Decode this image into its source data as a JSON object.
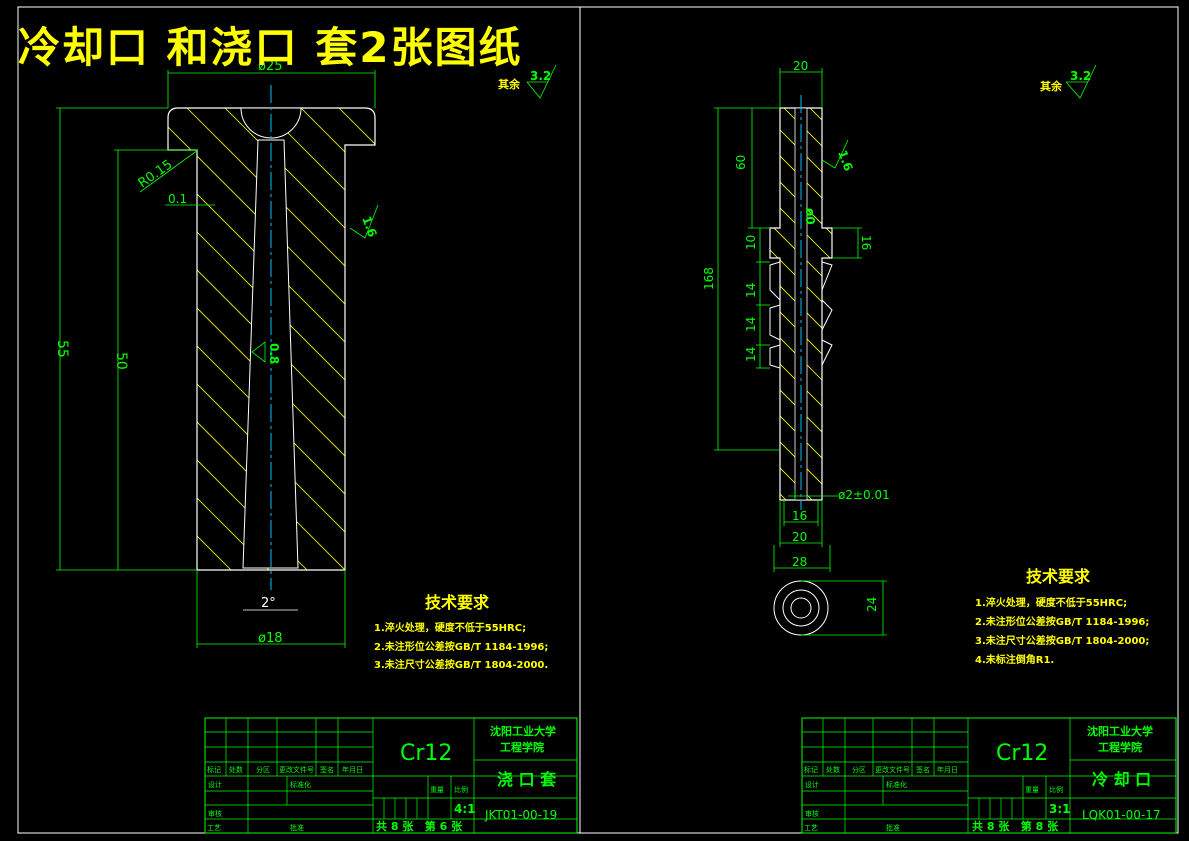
{
  "banner": "冷却口 和浇口 套2张图纸",
  "left_sheet": {
    "dims": {
      "top_dia": "ø25",
      "fillet": "R0.15",
      "step": "0.1",
      "total_h": "55",
      "body_h": "50",
      "bottom_dia": "ø18",
      "taper": "2°"
    },
    "roughness": {
      "face": "1.6",
      "bore": "0.8",
      "rest_label": "其余",
      "rest_value": "3.2"
    },
    "tech_req": {
      "title": "技术要求",
      "items": [
        "1.淬火处理，硬度不低于55HRC;",
        "2.未注形位公差按GB/T 1184-1996;",
        "3.未注尺寸公差按GB/T 1804-2000."
      ]
    },
    "title_block": {
      "material": "Cr12",
      "school": "沈阳工业大学",
      "college": "工程学院",
      "part_name": "浇 口 套",
      "scale": "4:1",
      "drawing_no": "JKT01-00-19",
      "sheets": "共 8 张   第 6 张",
      "hdr": [
        "标记",
        "处数",
        "分区",
        "更改文件号",
        "签名",
        "年月日"
      ],
      "row2": [
        "设计",
        "标准化"
      ],
      "row3": [
        "审核"
      ],
      "row4": [
        "工艺",
        "批准"
      ],
      "weight_lbl": "重量",
      "scale_lbl": "比例"
    }
  },
  "right_sheet": {
    "dims": {
      "top_w": "20",
      "h60": "60",
      "h168": "168",
      "h10": "10",
      "h14a": "14",
      "h14b": "14",
      "h14c": "14",
      "h16": "16",
      "bore_dia": "ø2±0.01",
      "w16": "16",
      "w20": "20",
      "w28": "28",
      "w24": "24",
      "small_dia": "ø0"
    },
    "roughness": {
      "face": "1.6",
      "rest_label": "其余",
      "rest_value": "3.2"
    },
    "tech_req": {
      "title": "技术要求",
      "items": [
        "1.淬火处理，硬度不低于55HRC;",
        "2.未注形位公差按GB/T 1184-1996;",
        "3.未注尺寸公差按GB/T 1804-2000;",
        "4.未标注倒角R1."
      ]
    },
    "title_block": {
      "material": "Cr12",
      "school": "沈阳工业大学",
      "college": "工程学院",
      "part_name": "冷 却 口",
      "scale": "3:1",
      "drawing_no": "LQK01-00-17",
      "sheets": "共 8 张   第 8 张",
      "hdr": [
        "标记",
        "处数",
        "分区",
        "更改文件号",
        "签名",
        "年月日"
      ],
      "row2": [
        "设计",
        "标准化"
      ],
      "row3": [
        "审核"
      ],
      "row4": [
        "工艺",
        "批准"
      ],
      "weight_lbl": "重量",
      "scale_lbl": "比例"
    }
  },
  "colors": {
    "background": "#000000",
    "outline": "#ffffff",
    "geometry": "#ffff00",
    "dimension": "#00ff00",
    "centerline": "#00bfff"
  }
}
